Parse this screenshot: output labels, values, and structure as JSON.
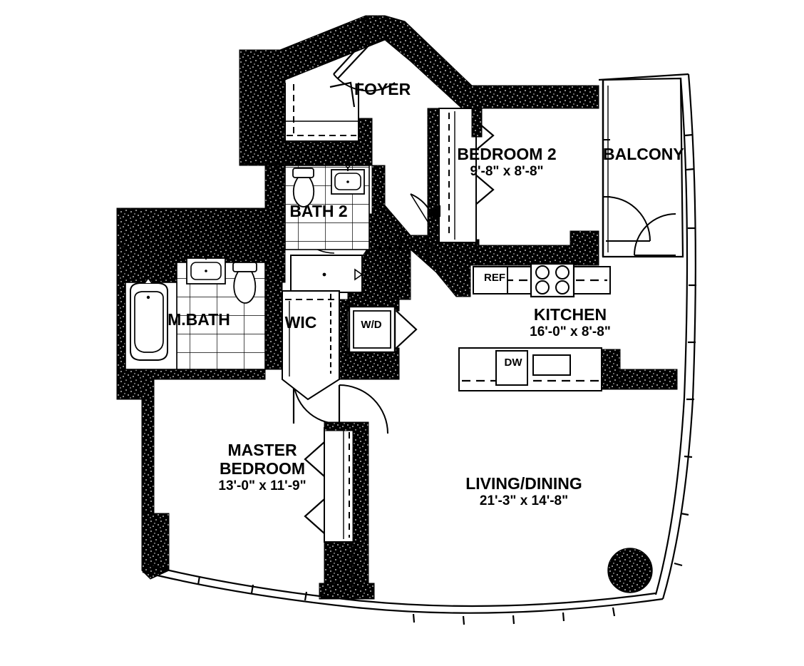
{
  "plan": {
    "type": "residential-floor-plan",
    "unit_description": "Two bedroom apartment floor plan with balcony",
    "colors": {
      "wall_fill": "#000000",
      "background": "#ffffff",
      "line": "#000000"
    },
    "rooms": [
      {
        "key": "foyer",
        "name": "FOYER",
        "dims": ""
      },
      {
        "key": "bedroom2",
        "name": "BEDROOM 2",
        "dims": "9'-8\" x 8'-8\""
      },
      {
        "key": "balcony",
        "name": "BALCONY",
        "dims": ""
      },
      {
        "key": "bath2",
        "name": "BATH 2",
        "dims": ""
      },
      {
        "key": "mbath",
        "name": "M.BATH",
        "dims": ""
      },
      {
        "key": "wic",
        "name": "WIC",
        "dims": ""
      },
      {
        "key": "kitchen",
        "name": "KITCHEN",
        "dims": "16'-0\" x 8'-8\""
      },
      {
        "key": "master",
        "name": "MASTER BEDROOM",
        "name_line1": "MASTER",
        "name_line2": "BEDROOM",
        "dims": "13'-0\" x 11'-9\""
      },
      {
        "key": "living",
        "name": "LIVING/DINING",
        "dims": "21'-3\" x 14'-8\""
      }
    ],
    "appliances": [
      {
        "key": "ref",
        "label": "REF",
        "description": "refrigerator"
      },
      {
        "key": "dw",
        "label": "DW",
        "description": "dishwasher"
      },
      {
        "key": "wd",
        "label": "W/D",
        "description": "washer-dryer closet"
      },
      {
        "key": "range",
        "label": "",
        "description": "four-burner cooktop"
      },
      {
        "key": "sink",
        "label": "",
        "description": "kitchen sink"
      }
    ],
    "fixtures": [
      {
        "key": "tub",
        "description": "bathtub in master bath"
      },
      {
        "key": "toilet-1",
        "description": "toilet in bath 2"
      },
      {
        "key": "toilet-2",
        "description": "toilet in master bath"
      },
      {
        "key": "sink-1",
        "description": "vanity sink in bath 2"
      },
      {
        "key": "sink-2",
        "description": "vanity sink in master bath"
      },
      {
        "key": "shower",
        "description": "shower stall in bath 2"
      },
      {
        "key": "column",
        "description": "round structural column in living/dining"
      }
    ]
  }
}
